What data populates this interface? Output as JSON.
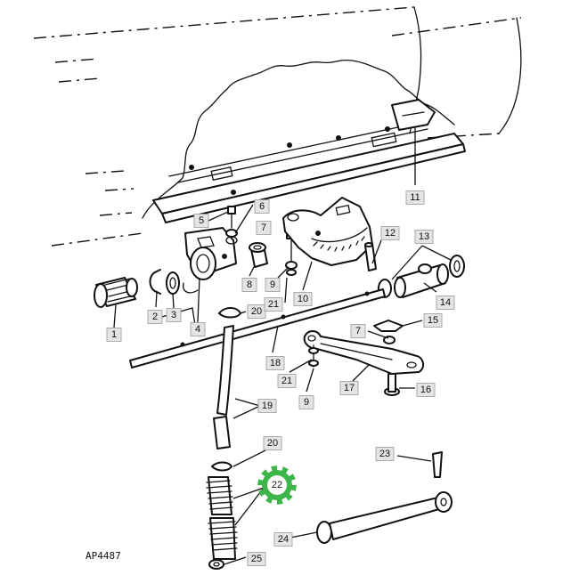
{
  "figure_code": "AP4487",
  "highlight_color": "#3cb54a",
  "callouts": [
    {
      "id": "c1",
      "label": "1"
    },
    {
      "id": "c2",
      "label": "2"
    },
    {
      "id": "c3",
      "label": "3"
    },
    {
      "id": "c4",
      "label": "4"
    },
    {
      "id": "c5",
      "label": "5"
    },
    {
      "id": "c6",
      "label": "6"
    },
    {
      "id": "c7a",
      "label": "7"
    },
    {
      "id": "c8",
      "label": "8"
    },
    {
      "id": "c9a",
      "label": "9"
    },
    {
      "id": "c10",
      "label": "10"
    },
    {
      "id": "c11",
      "label": "11"
    },
    {
      "id": "c12",
      "label": "12"
    },
    {
      "id": "c13",
      "label": "13"
    },
    {
      "id": "c14",
      "label": "14"
    },
    {
      "id": "c20a",
      "label": "20"
    },
    {
      "id": "c21a",
      "label": "21"
    },
    {
      "id": "c7b",
      "label": "7"
    },
    {
      "id": "c15",
      "label": "15"
    },
    {
      "id": "c18",
      "label": "18"
    },
    {
      "id": "c21b",
      "label": "21"
    },
    {
      "id": "c9b",
      "label": "9"
    },
    {
      "id": "c17",
      "label": "17"
    },
    {
      "id": "c16",
      "label": "16"
    },
    {
      "id": "c19",
      "label": "19"
    },
    {
      "id": "c20b",
      "label": "20"
    },
    {
      "id": "c23",
      "label": "23"
    },
    {
      "id": "c22",
      "label": "22"
    },
    {
      "id": "c24",
      "label": "24"
    },
    {
      "id": "c25",
      "label": "25"
    }
  ]
}
